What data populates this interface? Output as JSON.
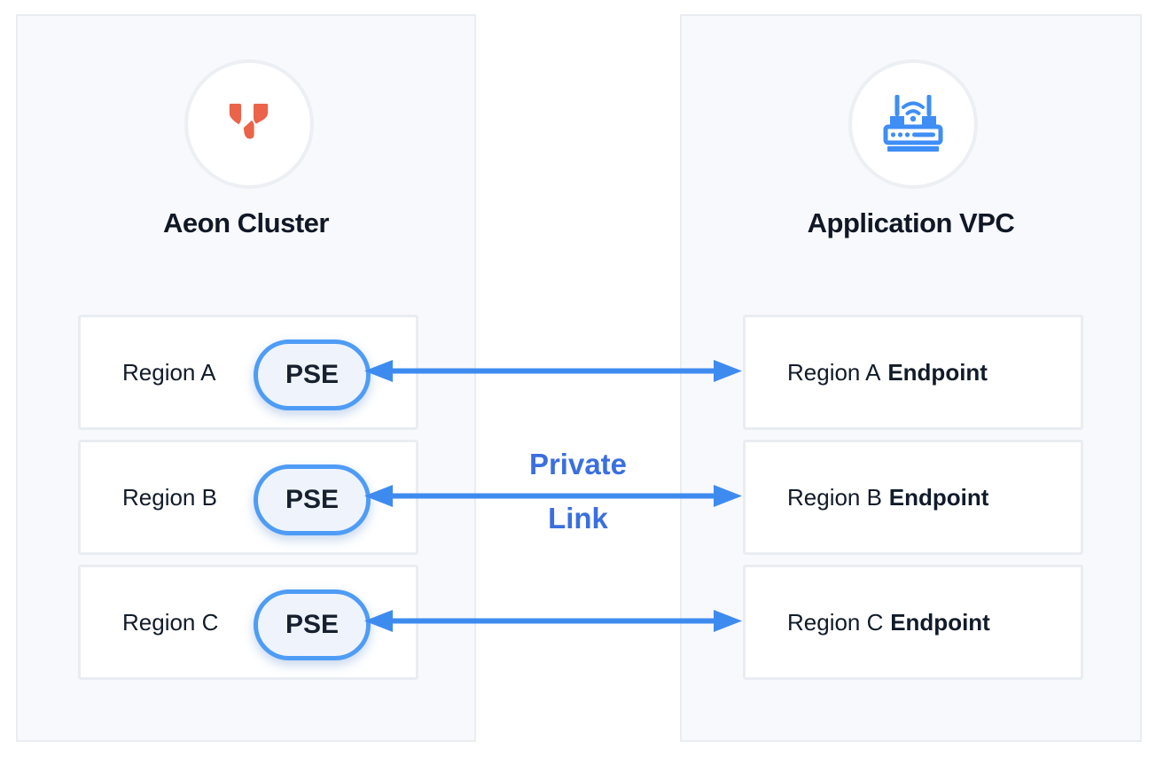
{
  "left_panel": {
    "title": "Aeon Cluster",
    "icon": "aeon-logo-icon",
    "rows": [
      {
        "region": "Region A",
        "badge": "PSE"
      },
      {
        "region": "Region B",
        "badge": "PSE"
      },
      {
        "region": "Region C",
        "badge": "PSE"
      }
    ]
  },
  "right_panel": {
    "title": "Application VPC",
    "icon": "router-icon",
    "rows": [
      {
        "region": "Region A",
        "suffix": "Endpoint"
      },
      {
        "region": "Region B",
        "suffix": "Endpoint"
      },
      {
        "region": "Region C",
        "suffix": "Endpoint"
      }
    ]
  },
  "connection": {
    "label_line1": "Private",
    "label_line2": "Link",
    "type": "bidirectional-arrow",
    "count": 3
  },
  "colors": {
    "arrow_blue": "#3E8BF0",
    "pill_border_blue": "#4E9CF6",
    "pill_fill": "#EFF4FC",
    "label_blue": "#3B6FE0",
    "logo_orange": "#EB6348",
    "router_blue": "#3E8EF5",
    "panel_bg": "#F8F9FC",
    "panel_border": "#E9EDF2",
    "text_dark": "#111B29"
  }
}
